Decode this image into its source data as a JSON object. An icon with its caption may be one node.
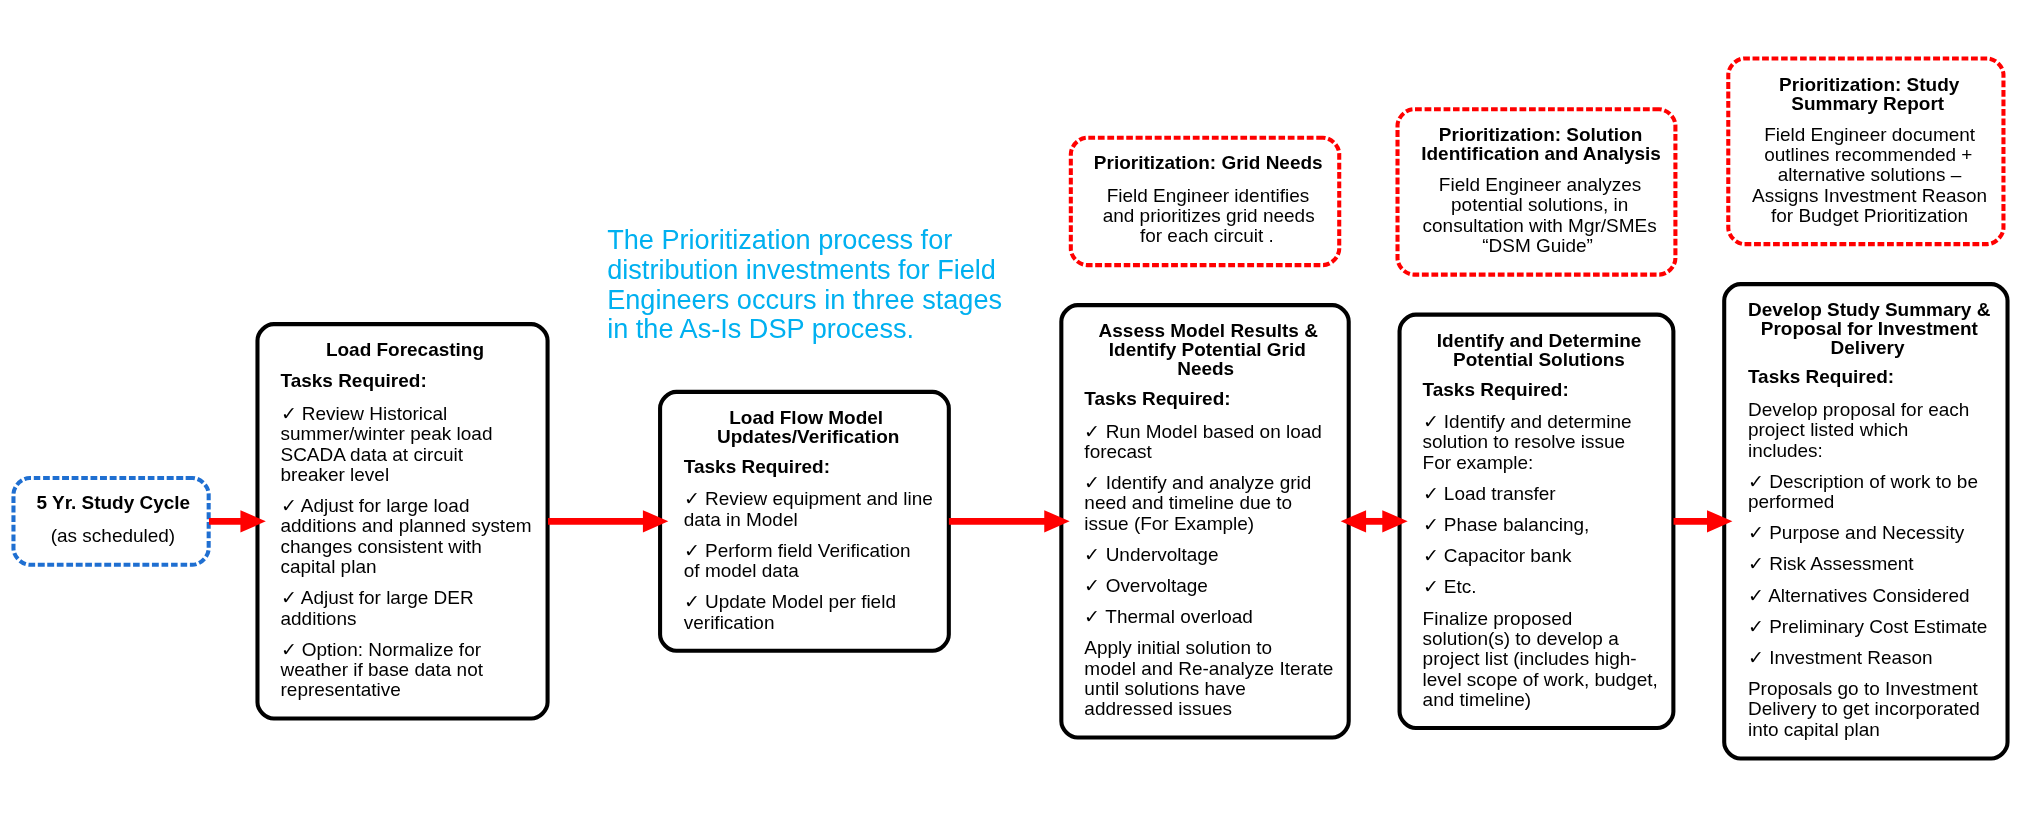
{
  "diagram": {
    "nodes": [
      {
        "text": [
          "5 Yr. Study Cycle",
          "(as scheduled)"
        ]
      },
      {
        "text": [
          "Load Forecasting",
          "Tasks Required:",
          "✓ Review Historical summer/winter peak load SCADA data at circuit breaker level",
          "✓ Adjust for large load additions and planned system changes consistent with capital plan",
          "✓ Adjust for large DER additions",
          "✓ Option: Normalize for weather if base data not representative"
        ]
      },
      {
        "text": [
          "Load Flow Model Updates/Verification",
          "Tasks Required:",
          "✓ Review equipment and line data in Model",
          "✓ Perform field Verification of model data",
          "✓ Update Model per field verification"
        ]
      },
      {
        "text": [
          "Assess Model Results & Identify Potential Grid Needs",
          "Tasks Required:",
          "✓ Run Model based on load forecast",
          "✓ Identify and analyze grid need and timeline due to issue (For Example)",
          "✓ Undervoltage",
          "✓ Overvoltage",
          "✓ Thermal overload",
          "Apply initial solution to model and Re-analyze Iterate until solutions have addressed issues"
        ]
      },
      {
        "text": [
          "Identify and Determine Potential Solutions",
          "Tasks Required:",
          "✓ Identify and determine solution to resolve issue For example:",
          "✓ Load transfer",
          "✓ Phase balancing,",
          "✓ Capacitor bank",
          "✓ Etc.",
          "Finalize proposed solution(s) to develop a project list (includes high-level scope of work, budget, and timeline)"
        ]
      },
      {
        "text": [
          "Develop Study Summary & Proposal for Investment Delivery",
          "Tasks Required:",
          "Develop proposal for each project listed which includes:",
          "✓ Description of work to be performed",
          "✓ Purpose and Necessity",
          "✓ Risk Assessment",
          "✓ Alternatives Considered",
          "✓ Preliminary Cost Estimate",
          "✓ Investment Reason",
          "Proposals go to Investment Delivery to get incorporated into capital plan"
        ]
      },
      {
        "text": [
          "Prioritization: Grid Needs",
          "Field Engineer identifies and prioritizes grid needs for each circuit ."
        ]
      },
      {
        "text": [
          "Prioritization: Solution Identification and Analysis",
          "Field Engineer analyzes potential solutions, in consultation with Mgr/SMEs “DSM Guide”"
        ]
      },
      {
        "text": [
          "Prioritization: Study Summary Report",
          "Field Engineer document outlines recommended + alternative solutions – Assigns Investment Reason for Budget Prioritization"
        ]
      }
    ],
    "edges": [
      {
        "from": 0,
        "to": 1,
        "arrow": "to"
      },
      {
        "from": 1,
        "to": 2,
        "arrow": "to"
      },
      {
        "from": 2,
        "to": 3,
        "arrow": "to"
      },
      {
        "from": 3,
        "to": 4,
        "arrow": "both"
      },
      {
        "from": 4,
        "to": 5,
        "arrow": "to"
      }
    ],
    "labels": [
      "The Prioritization process for distribution investments for Field Engineers occurs in three stages in the As-Is DSP process."
    ]
  }
}
